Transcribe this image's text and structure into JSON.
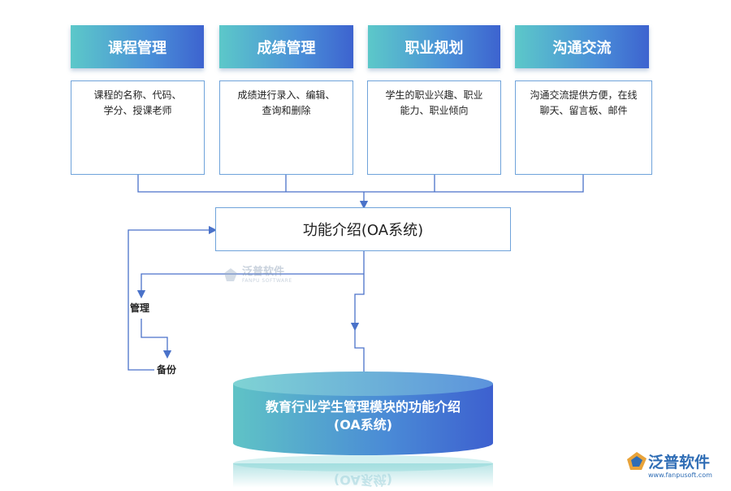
{
  "modules": [
    {
      "title": "课程管理",
      "desc": "课程的名称、代码、\n学分、授课老师"
    },
    {
      "title": "成绩管理",
      "desc": "成绩进行录入、编辑、\n查询和删除"
    },
    {
      "title": "职业规划",
      "desc": "学生的职业兴趣、职业\n能力、职业倾向"
    },
    {
      "title": "沟通交流",
      "desc": "沟通交流提供方便，在线\n聊天、留言板、邮件"
    }
  ],
  "center": {
    "title": "功能介绍(OA系统)"
  },
  "side": {
    "manage": "管理",
    "backup": "备份"
  },
  "cylinder": {
    "line1": "教育行业学生管理模块的功能介绍",
    "line2": "(OA系统)",
    "reflection": "(OA系统)"
  },
  "watermark": {
    "cn": "泛普软件",
    "en": "FANPU SOFTWARE"
  },
  "brand": {
    "cn": "泛普软件",
    "url": "www.fanpusoft.com"
  },
  "colors": {
    "line": "#4a72c9",
    "border": "#6fa3da",
    "header_start": "#5cc8c9",
    "header_end": "#3d63cf",
    "brand": "#2f6db5"
  }
}
